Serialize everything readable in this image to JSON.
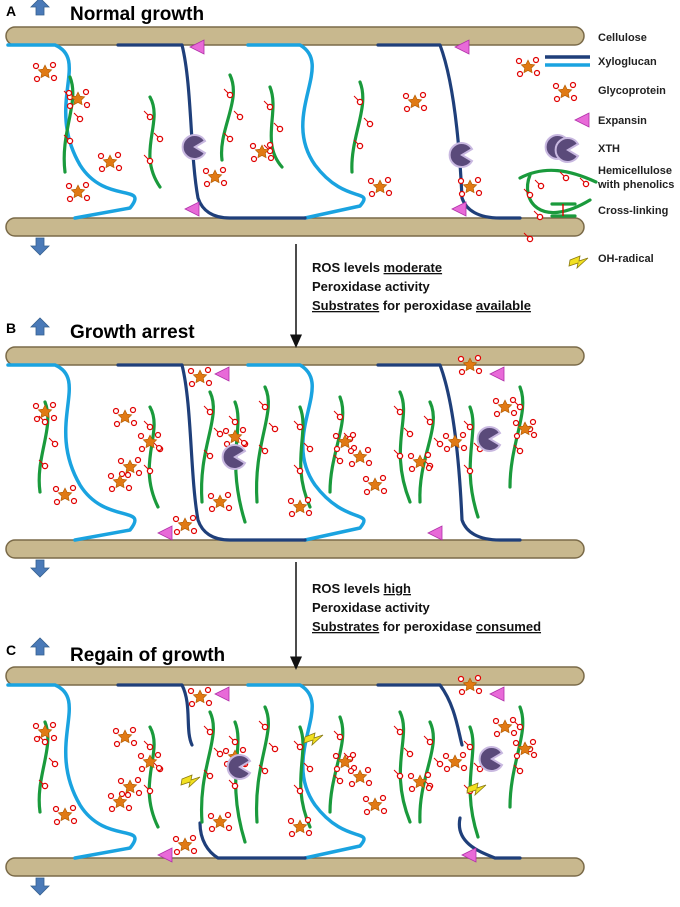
{
  "panels": [
    {
      "letter": "A",
      "title": "Normal growth"
    },
    {
      "letter": "B",
      "title": "Growth arrest"
    },
    {
      "letter": "C",
      "title": "Regain of growth"
    }
  ],
  "legend": {
    "cellulose": "Cellulose",
    "xyloglucan": "Xyloglucan",
    "glycoprotein": "Glycoprotein",
    "expansin": "Expansin",
    "xth": "XTH",
    "hemicellulose_line1": "Hemicellulose",
    "hemicellulose_line2": "with phenolics",
    "crosslinking": "Cross-linking",
    "oh_radical": "OH-radical"
  },
  "transitions": [
    {
      "ros_prefix": "ROS levels ",
      "ros_level": "moderate",
      "peroxidase": "Peroxidase activity",
      "substrates": "Substrates",
      "middle": " for peroxidase ",
      "substrate_state": "available"
    },
    {
      "ros_prefix": "ROS levels ",
      "ros_level": "high",
      "peroxidase": "Peroxidase activity",
      "substrates": "Substrates",
      "middle": " for peroxidase ",
      "substrate_state": "consumed"
    }
  ],
  "colors": {
    "cellulose_fill": "#c8b88e",
    "cellulose_stroke": "#7a6a48",
    "xyloglucan_dark": "#1f3f7a",
    "xyloglucan_light": "#1aa3e0",
    "hemicellulose": "#1a9a3c",
    "glycoprotein": "#e07a14",
    "crosslink": "#e00000",
    "expansin": "#e86ad8",
    "xth": "#5a4a7a",
    "radical": "#f2e020",
    "arrow_blue": "#4a7ab8"
  }
}
